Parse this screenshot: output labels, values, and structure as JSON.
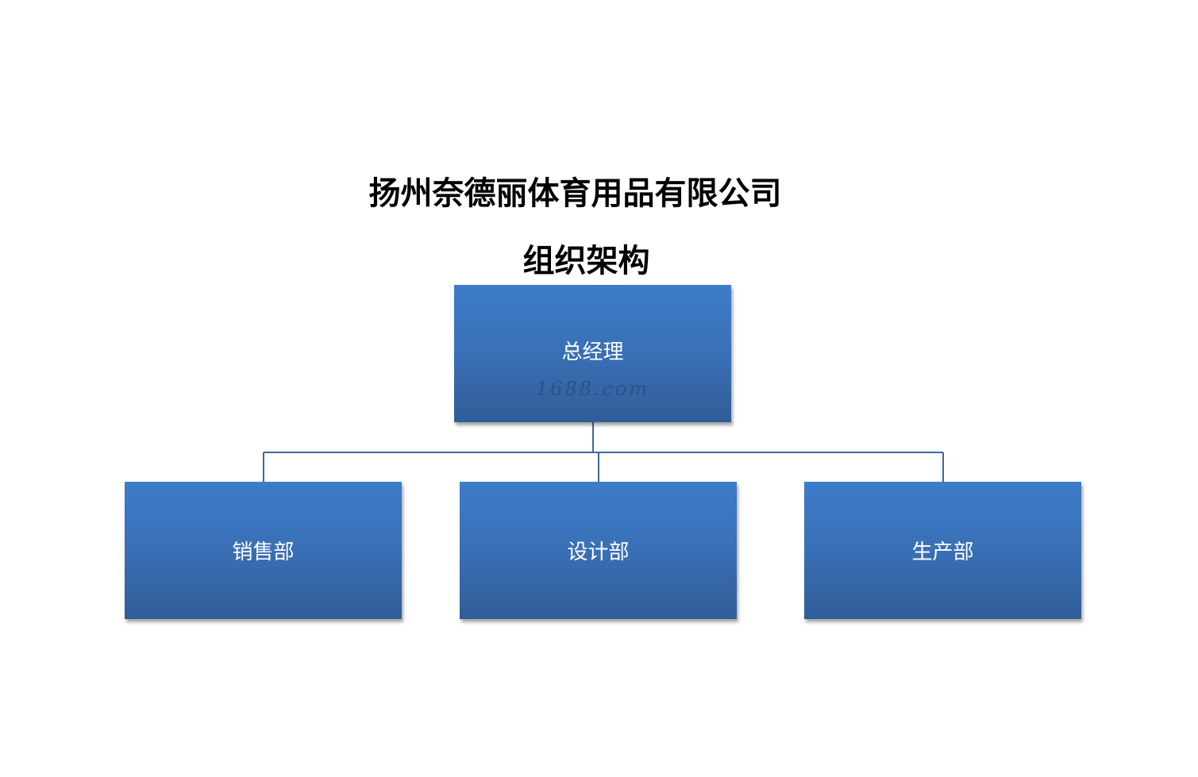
{
  "header": {
    "company": "扬州奈德丽体育用品有限公司",
    "subtitle": "组织架构"
  },
  "org_chart": {
    "root": {
      "label": "总经理",
      "watermark": "1688.com"
    },
    "children": [
      {
        "label": "销售部"
      },
      {
        "label": "设计部"
      },
      {
        "label": "生产部"
      }
    ]
  },
  "colors": {
    "box_top": "#3d7cc9",
    "box_bottom": "#305d98",
    "connector": "#3b6a9b",
    "text": "#ffffff"
  }
}
